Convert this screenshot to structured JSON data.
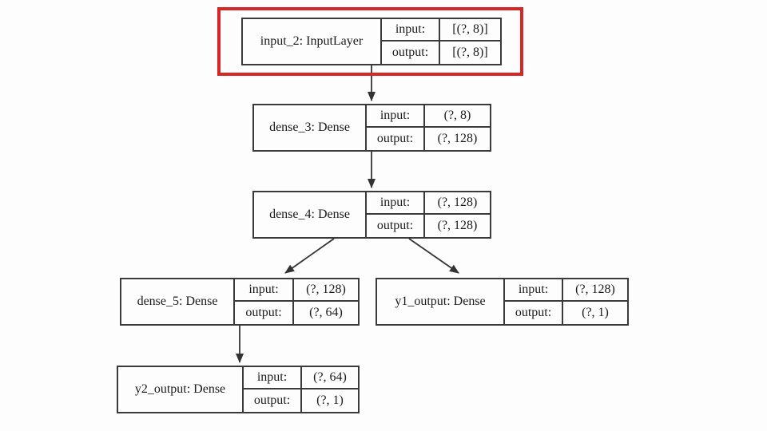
{
  "diagram": {
    "title": "keras-model-architecture-graph",
    "colors": {
      "background": "#fdfdfd",
      "node_border": "#3a3a3a",
      "edge": "#333333",
      "text": "#1b1b1b",
      "highlight": "#d82626"
    },
    "nodes": [
      {
        "id": "input_2",
        "name": "input_2: InputLayer",
        "highlighted": true,
        "rows": [
          {
            "label": "input:",
            "value": "[(?, 8)]"
          },
          {
            "label": "output:",
            "value": "[(?, 8)]"
          }
        ]
      },
      {
        "id": "dense_3",
        "name": "dense_3: Dense",
        "highlighted": false,
        "rows": [
          {
            "label": "input:",
            "value": "(?, 8)"
          },
          {
            "label": "output:",
            "value": "(?, 128)"
          }
        ]
      },
      {
        "id": "dense_4",
        "name": "dense_4: Dense",
        "highlighted": false,
        "rows": [
          {
            "label": "input:",
            "value": "(?, 128)"
          },
          {
            "label": "output:",
            "value": "(?, 128)"
          }
        ]
      },
      {
        "id": "dense_5",
        "name": "dense_5: Dense",
        "highlighted": false,
        "rows": [
          {
            "label": "input:",
            "value": "(?, 128)"
          },
          {
            "label": "output:",
            "value": "(?, 64)"
          }
        ]
      },
      {
        "id": "y1_output",
        "name": "y1_output: Dense",
        "highlighted": false,
        "rows": [
          {
            "label": "input:",
            "value": "(?, 128)"
          },
          {
            "label": "output:",
            "value": "(?, 1)"
          }
        ]
      },
      {
        "id": "y2_output",
        "name": "y2_output: Dense",
        "highlighted": false,
        "rows": [
          {
            "label": "input:",
            "value": "(?, 64)"
          },
          {
            "label": "output:",
            "value": "(?, 1)"
          }
        ]
      }
    ],
    "edges": [
      {
        "from": "input_2",
        "to": "dense_3"
      },
      {
        "from": "dense_3",
        "to": "dense_4"
      },
      {
        "from": "dense_4",
        "to": "dense_5"
      },
      {
        "from": "dense_4",
        "to": "y1_output"
      },
      {
        "from": "dense_5",
        "to": "y2_output"
      }
    ]
  }
}
